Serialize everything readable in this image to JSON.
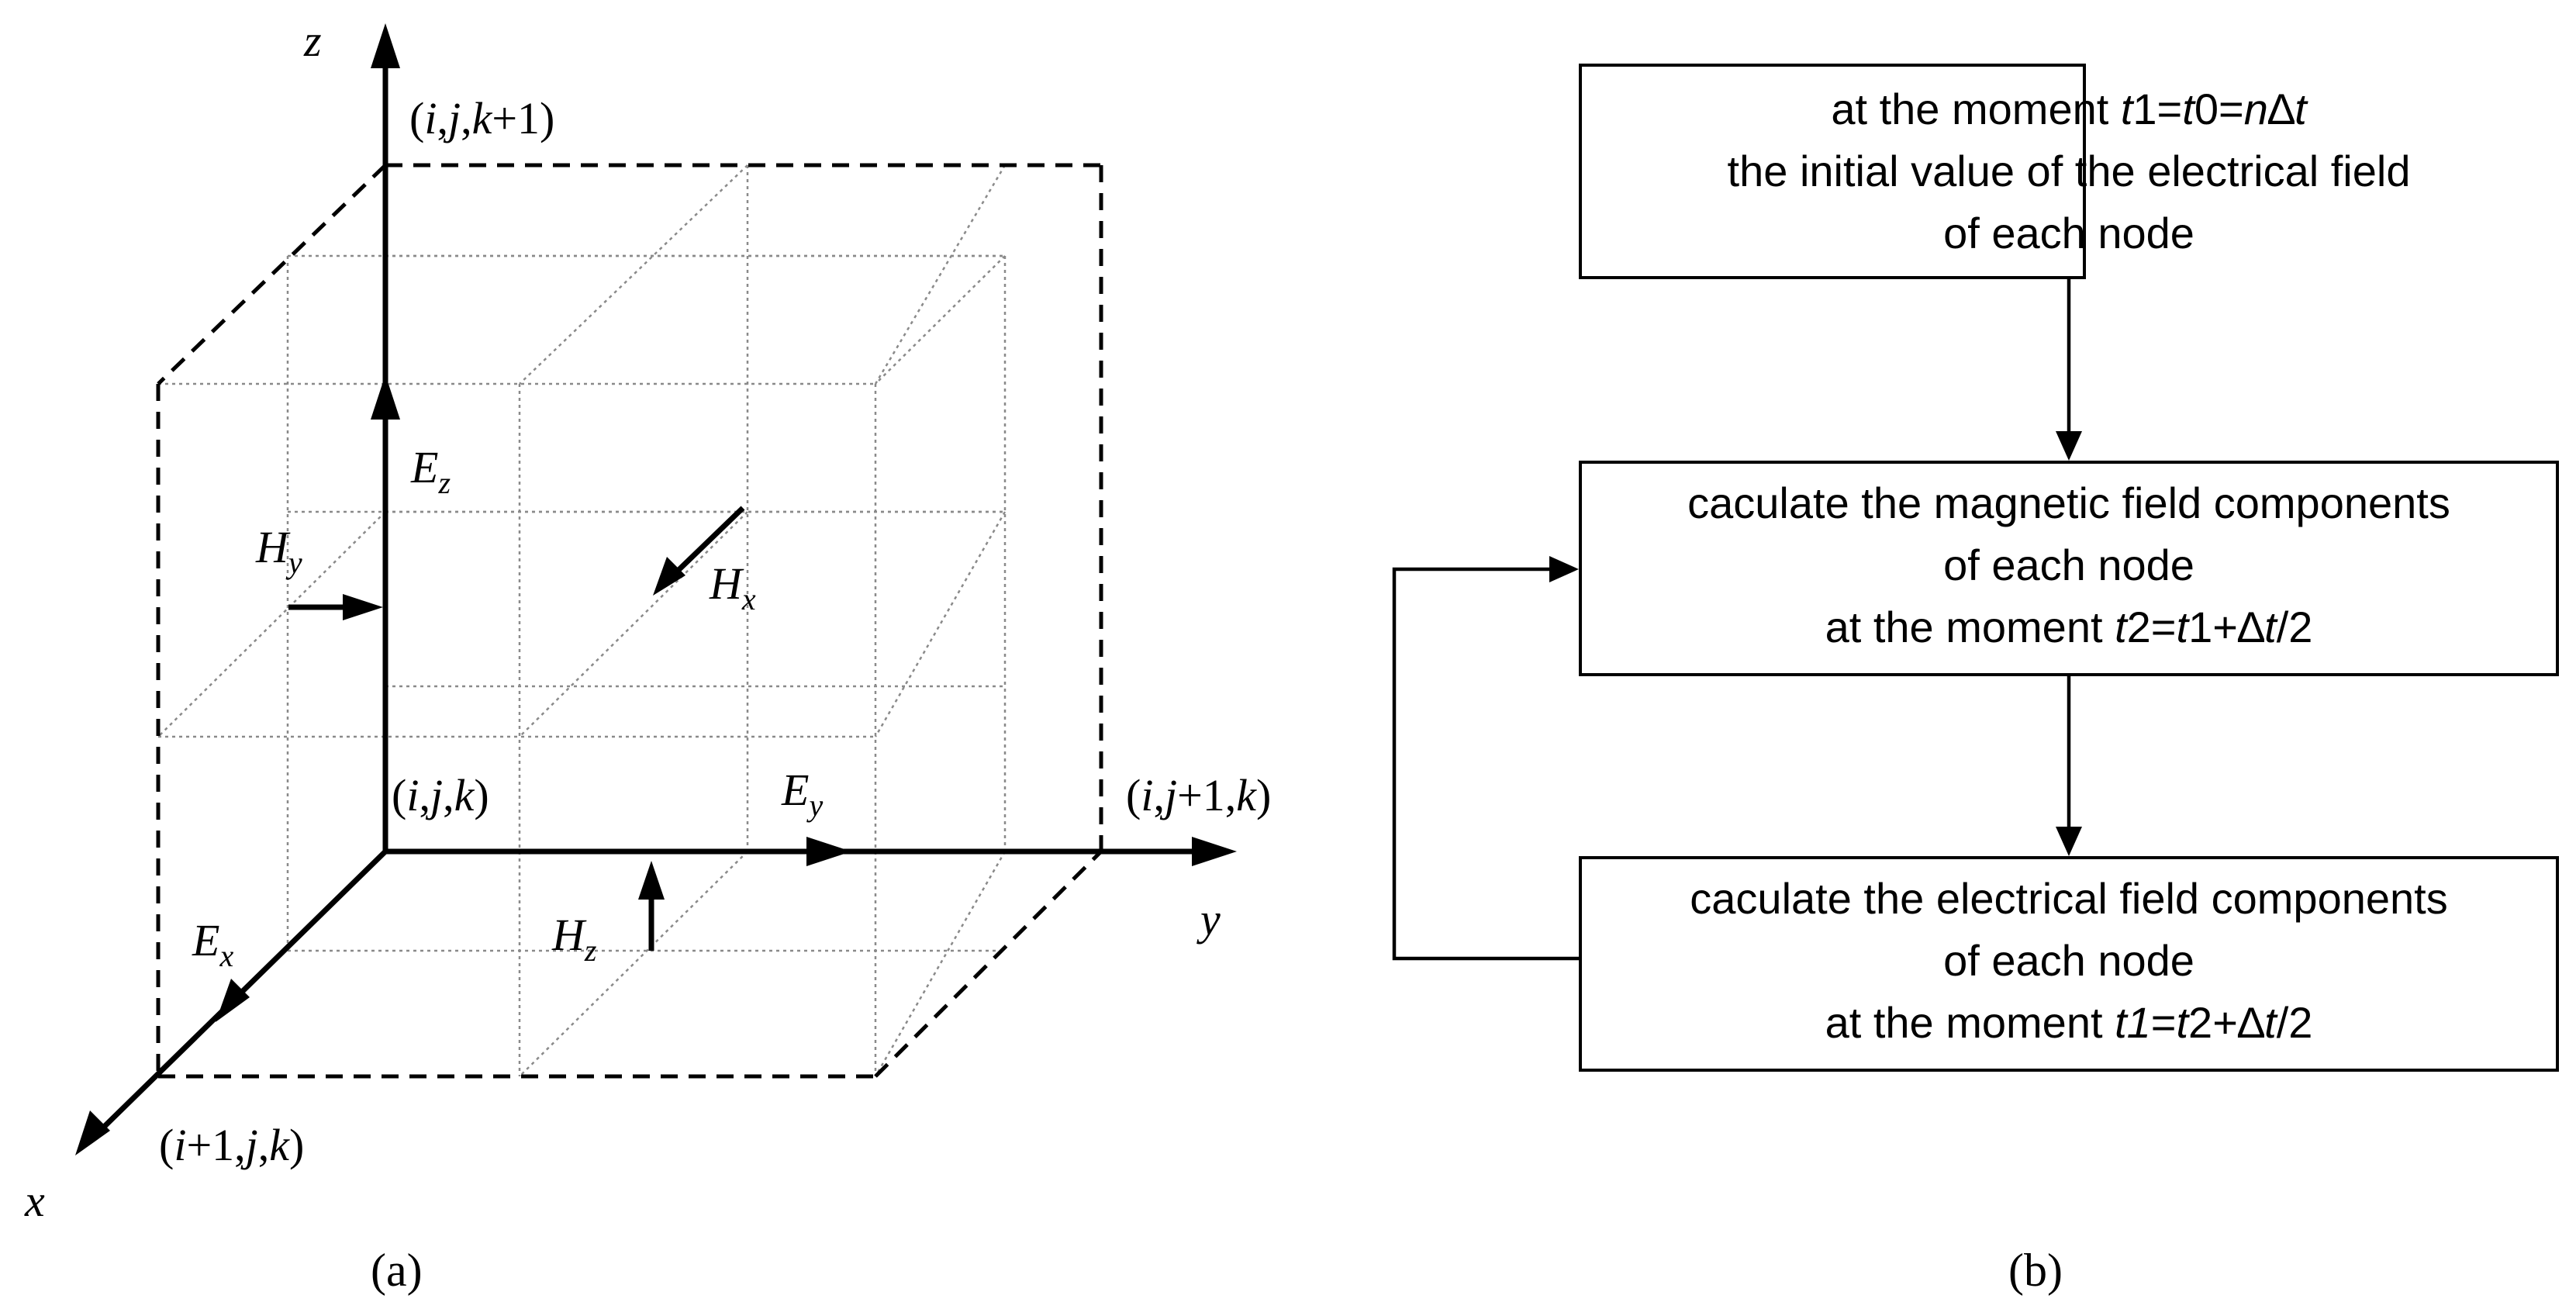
{
  "panel_a": {
    "caption": "(a)",
    "axes": {
      "x": "x",
      "y": "y",
      "z": "z"
    },
    "nodes": {
      "origin": "(i,j,k)",
      "top": "(i,j,k+1)",
      "right": "(i,j+1,k)",
      "front": "(i+1,j,k)"
    },
    "fields": {
      "Ez": {
        "main": "E",
        "sub": "z"
      },
      "Hy": {
        "main": "H",
        "sub": "y"
      },
      "Hx": {
        "main": "H",
        "sub": "x"
      },
      "Ey": {
        "main": "E",
        "sub": "y"
      },
      "Ex": {
        "main": "E",
        "sub": "x"
      },
      "Hz": {
        "main": "H",
        "sub": "z"
      }
    }
  },
  "panel_b": {
    "caption": "(b)",
    "box1": [
      "at the moment t1=t0=n∆t",
      "the initial value of the electrical field",
      "of each node"
    ],
    "box2": [
      "caculate the magnetic field components",
      "of each node",
      "at the moment  t2=t1+∆t/2"
    ],
    "box3": [
      "caculate the electrical field components",
      "of each node",
      "at the moment  t1=t2+∆t/2"
    ]
  }
}
